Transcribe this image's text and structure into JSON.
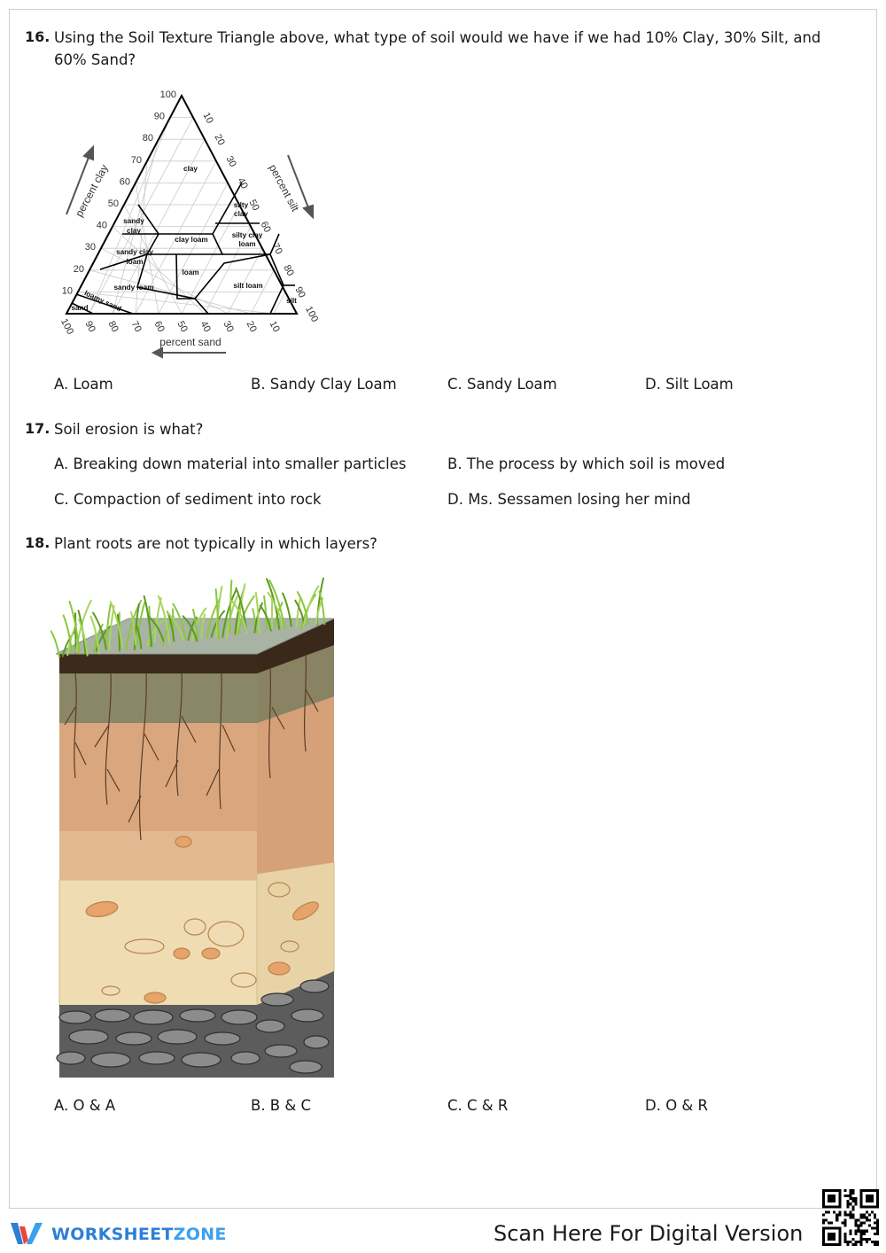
{
  "q16": {
    "number": "16.",
    "text": "Using the Soil Texture Triangle above, what type of soil would we have if we had 10% Clay, 30% Silt, and 60% Sand?",
    "options": [
      "A. Loam",
      "B. Sandy Clay Loam",
      "C. Sandy Loam",
      "D. Silt Loam"
    ],
    "triangle": {
      "left_ticks": [
        "100",
        "90",
        "80",
        "70",
        "60",
        "50",
        "40",
        "30",
        "20",
        "10"
      ],
      "right_ticks": [
        "10",
        "20",
        "30",
        "40",
        "50",
        "60",
        "70",
        "80",
        "90",
        "100"
      ],
      "bottom_ticks": [
        "100",
        "90",
        "80",
        "70",
        "60",
        "50",
        "40",
        "30",
        "20",
        "10"
      ],
      "axis_clay": "percent clay",
      "axis_silt": "percent silt",
      "axis_sand": "percent sand",
      "regions": {
        "clay": "clay",
        "silty_clay_1": "silty",
        "silty_clay_2": "clay",
        "sandy_clay_1": "sandy",
        "sandy_clay_2": "clay",
        "clay_loam": "clay loam",
        "silty_clay_loam_1": "silty clay",
        "silty_clay_loam_2": "loam",
        "sandy_clay_loam_1": "sandy clay",
        "sandy_clay_loam_2": "loam",
        "loam": "loam",
        "sandy_loam": "sandy loam",
        "silt_loam": "silt loam",
        "silt": "silt",
        "loamy_sand": "loamy sand",
        "sand": "sand"
      }
    }
  },
  "q17": {
    "number": "17.",
    "text": "Soil erosion is what?",
    "options": [
      "A. Breaking down material into smaller particles",
      "B. The process by which soil is moved",
      "C. Compaction of sediment into rock",
      "D. Ms. Sessamen losing her mind"
    ]
  },
  "q18": {
    "number": "18.",
    "text": "Plant roots are not typically in which layers?",
    "options": [
      "A. O & A",
      "B. B & C",
      "C. C & R",
      "D. O & R"
    ]
  },
  "footer": {
    "logo_word1": "WORKSHEET",
    "logo_word2": "ZONE",
    "scan_text": "Scan Here For Digital Version"
  },
  "colors": {
    "logo_blue": "#2d7fd6",
    "logo_light_blue": "#3aa0f0",
    "logo_red": "#e8463a"
  }
}
